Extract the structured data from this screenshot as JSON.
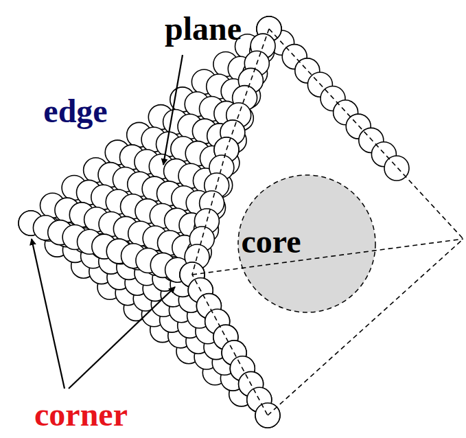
{
  "diagram": {
    "nodes": [
      {
        "text": [
          "core"
        ]
      }
    ],
    "labels": [
      "plane",
      "edge",
      "corner"
    ]
  }
}
